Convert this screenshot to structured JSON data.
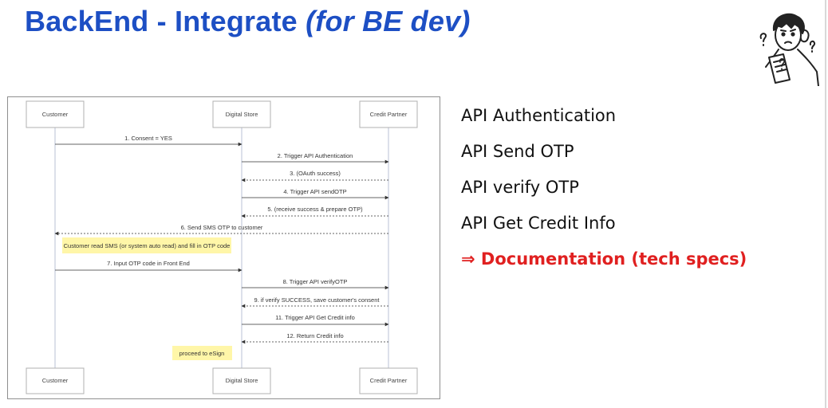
{
  "slide": {
    "title_main": "BackEnd - Integrate ",
    "title_sub": "(for BE dev)"
  },
  "diagram": {
    "participants": [
      "Customer",
      "Digital Store",
      "Credit Partner"
    ],
    "messages": [
      {
        "label": "1. Consent = YES",
        "from": 0,
        "to": 1,
        "style": "solid"
      },
      {
        "label": "2. Trigger API Authentication",
        "from": 1,
        "to": 2,
        "style": "solid"
      },
      {
        "label": "3. (OAuth success)",
        "from": 2,
        "to": 1,
        "style": "dashed"
      },
      {
        "label": "4. Trigger API sendOTP",
        "from": 1,
        "to": 2,
        "style": "solid"
      },
      {
        "label": "5. (receive success & prepare OTP)",
        "from": 2,
        "to": 1,
        "style": "dashed"
      },
      {
        "label": "6. Send SMS OTP to customer",
        "from": 2,
        "to": 0,
        "style": "dashed"
      },
      {
        "label": "7. Input OTP code in Front End",
        "from": 0,
        "to": 1,
        "style": "solid"
      },
      {
        "label": "8. Trigger API verifyOTP",
        "from": 1,
        "to": 2,
        "style": "solid"
      },
      {
        "label": "9. if verify SUCCESS, save customer's consent",
        "from": 2,
        "to": 1,
        "style": "dashed"
      },
      {
        "label": "11. Trigger API Get Credit info",
        "from": 1,
        "to": 2,
        "style": "solid"
      },
      {
        "label": "12. Return Credit info",
        "from": 2,
        "to": 1,
        "style": "dashed"
      }
    ],
    "notes": [
      {
        "text": "Customer read SMS (or system auto read) and fill in OTP code"
      },
      {
        "text": "proceed to eSign"
      }
    ],
    "colors": {
      "note": "#fff6a8",
      "lifeline": "#b8c2d6"
    }
  },
  "api_list": [
    "API Authentication",
    "API Send OTP",
    "API verify OTP",
    "API Get Credit Info"
  ],
  "documentation_item": "⇒ Documentation (tech specs)",
  "colors": {
    "title": "#1d4fc4",
    "highlight": "#e02020"
  },
  "icons": {
    "mascot": "confused-person-reading-paper-icon"
  }
}
